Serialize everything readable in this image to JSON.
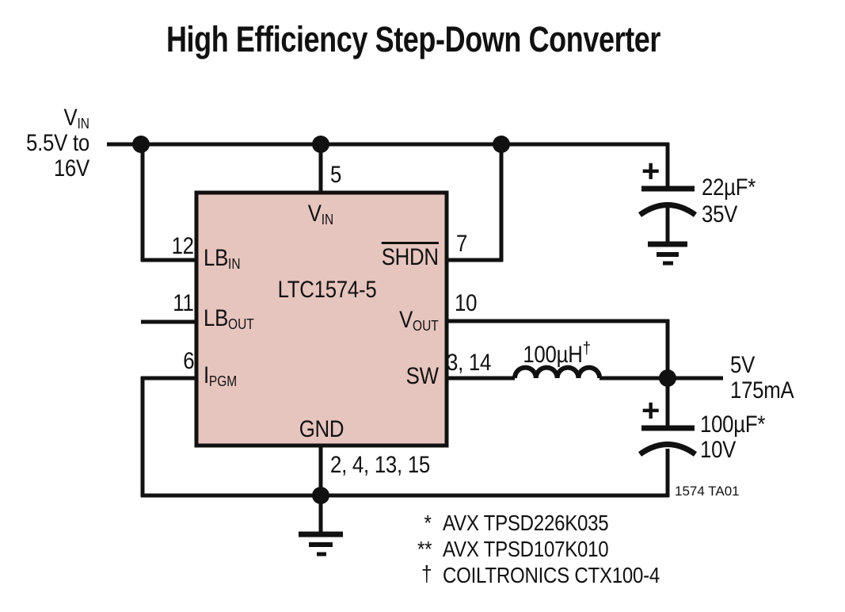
{
  "title": "High Efficiency Step-Down Converter",
  "colors": {
    "ic_fill": "#e7c5bf",
    "line": "#111111",
    "background": "#ffffff"
  },
  "input": {
    "rail_main": "V",
    "rail_sub": "IN",
    "range_line1": "5.5V to",
    "range_line2": "16V"
  },
  "ic": {
    "part_number": "LTC1574-5",
    "pins": {
      "vin": {
        "label_main": "V",
        "label_sub": "IN",
        "number": "5"
      },
      "lb_in": {
        "label_main": "LB",
        "label_sub": "IN",
        "number": "12"
      },
      "lb_out": {
        "label_main": "LB",
        "label_sub": "OUT",
        "number": "11"
      },
      "i_pgm": {
        "label_main": "I",
        "label_sub": "PGM",
        "number": "6"
      },
      "shdn": {
        "label": "SHDN",
        "number": "7"
      },
      "vout": {
        "label_main": "V",
        "label_sub": "OUT",
        "number": "10"
      },
      "sw": {
        "label": "SW",
        "number": "3, 14"
      },
      "gnd": {
        "label": "GND",
        "number": "2, 4, 13, 15"
      }
    }
  },
  "components": {
    "input_cap": {
      "polarity": "+",
      "value": "22µF*",
      "voltage": "35V"
    },
    "inductor": {
      "value": "100µH",
      "footnote_mark": "†"
    },
    "output_cap": {
      "polarity": "+",
      "value": "100µF*",
      "voltage": "10V"
    }
  },
  "output": {
    "voltage": "5V",
    "current": "175mA"
  },
  "figure_ref": "1574 TA01",
  "footnotes": [
    {
      "marker": "*",
      "text": "AVX TPSD226K035"
    },
    {
      "marker": "**",
      "text": "AVX TPSD107K010"
    },
    {
      "marker": "†",
      "text": "COILTRONICS CTX100-4"
    }
  ]
}
